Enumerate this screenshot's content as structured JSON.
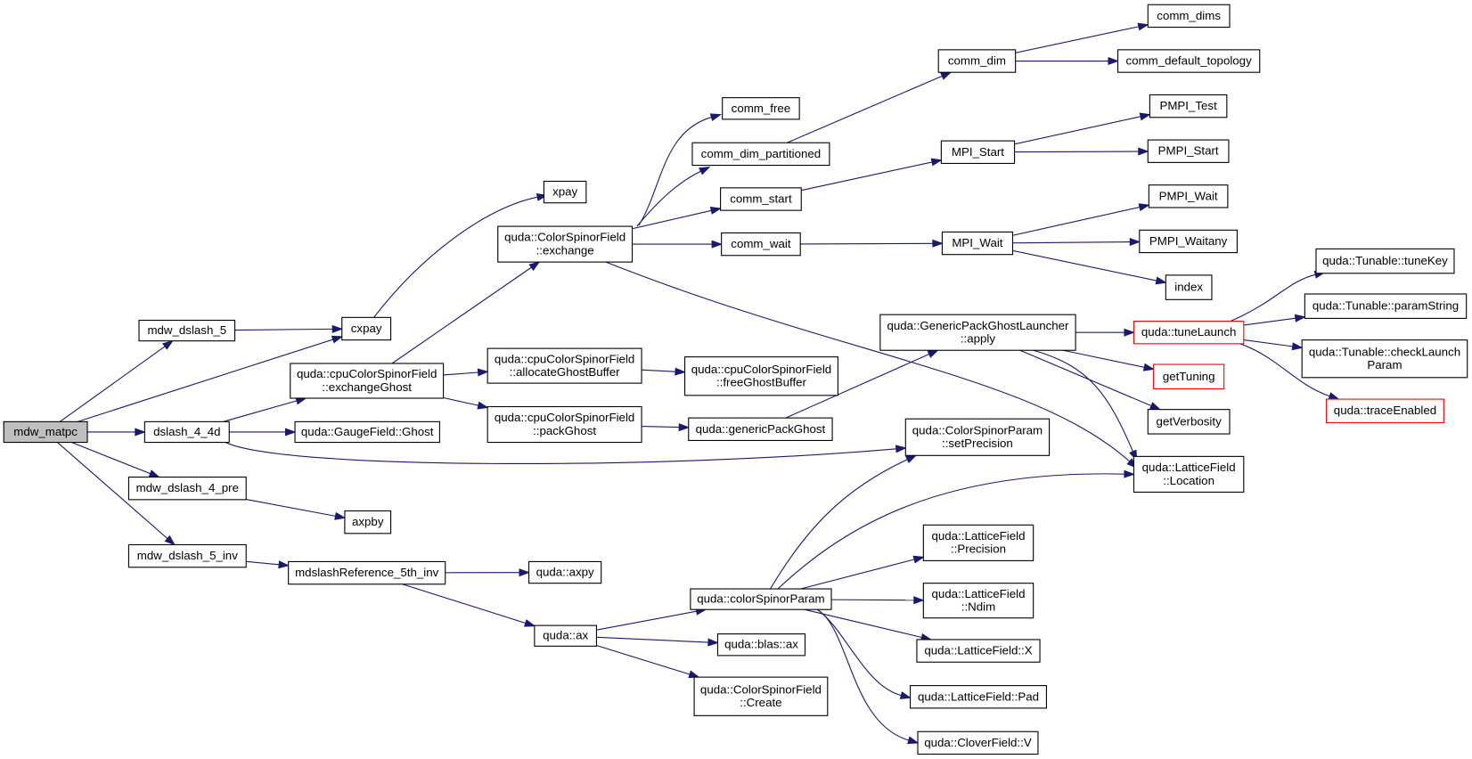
{
  "nodes": [
    {
      "id": "mdw_matpc",
      "lines": [
        "mdw_matpc"
      ],
      "root": true
    },
    {
      "id": "mdw_dslash_5",
      "lines": [
        "mdw_dslash_5"
      ]
    },
    {
      "id": "dslash_4_4d",
      "lines": [
        "dslash_4_4d"
      ]
    },
    {
      "id": "mdw_dslash_4_pre",
      "lines": [
        "mdw_dslash_4_pre"
      ]
    },
    {
      "id": "mdw_dslash_5_inv",
      "lines": [
        "mdw_dslash_5_inv"
      ]
    },
    {
      "id": "cxpay",
      "lines": [
        "cxpay"
      ]
    },
    {
      "id": "xpay",
      "lines": [
        "xpay"
      ]
    },
    {
      "id": "exchange",
      "lines": [
        "quda::ColorSpinorField",
        "::exchange"
      ]
    },
    {
      "id": "exchangeGhost",
      "lines": [
        "quda::cpuColorSpinorField",
        "::exchangeGhost"
      ]
    },
    {
      "id": "gaugeGhost",
      "lines": [
        "quda::GaugeField::Ghost"
      ]
    },
    {
      "id": "axpby",
      "lines": [
        "axpby"
      ]
    },
    {
      "id": "mdslashRef",
      "lines": [
        "mdslashReference_5th_inv"
      ]
    },
    {
      "id": "allocGhost",
      "lines": [
        "quda::cpuColorSpinorField",
        "::allocateGhostBuffer"
      ]
    },
    {
      "id": "packGhost",
      "lines": [
        "quda::cpuColorSpinorField",
        "::packGhost"
      ]
    },
    {
      "id": "freeGhost",
      "lines": [
        "quda::cpuColorSpinorField",
        "::freeGhostBuffer"
      ]
    },
    {
      "id": "genericPackGhost",
      "lines": [
        "quda::genericPackGhost"
      ]
    },
    {
      "id": "qaxpy",
      "lines": [
        "quda::axpy"
      ]
    },
    {
      "id": "qax",
      "lines": [
        "quda::ax"
      ]
    },
    {
      "id": "blasax",
      "lines": [
        "quda::blas::ax"
      ]
    },
    {
      "id": "create",
      "lines": [
        "quda::ColorSpinorField",
        "::Create"
      ]
    },
    {
      "id": "colorSpinorParam",
      "lines": [
        "quda::colorSpinorParam"
      ]
    },
    {
      "id": "comm_free",
      "lines": [
        "comm_free"
      ]
    },
    {
      "id": "comm_dim_partitioned",
      "lines": [
        "comm_dim_partitioned"
      ]
    },
    {
      "id": "comm_start",
      "lines": [
        "comm_start"
      ]
    },
    {
      "id": "comm_wait",
      "lines": [
        "comm_wait"
      ]
    },
    {
      "id": "comm_dim",
      "lines": [
        "comm_dim"
      ]
    },
    {
      "id": "MPI_Start",
      "lines": [
        "MPI_Start"
      ]
    },
    {
      "id": "MPI_Wait",
      "lines": [
        "MPI_Wait"
      ]
    },
    {
      "id": "launcherApply",
      "lines": [
        "quda::GenericPackGhostLauncher",
        "::apply"
      ]
    },
    {
      "id": "setPrecision",
      "lines": [
        "quda::ColorSpinorParam",
        "::setPrecision"
      ]
    },
    {
      "id": "lfPrecision",
      "lines": [
        "quda::LatticeField",
        "::Precision"
      ]
    },
    {
      "id": "lfNdim",
      "lines": [
        "quda::LatticeField",
        "::Ndim"
      ]
    },
    {
      "id": "lfX",
      "lines": [
        "quda::LatticeField::X"
      ]
    },
    {
      "id": "lfPad",
      "lines": [
        "quda::LatticeField::Pad"
      ]
    },
    {
      "id": "cloverV",
      "lines": [
        "quda::CloverField::V"
      ]
    },
    {
      "id": "comm_dims",
      "lines": [
        "comm_dims"
      ]
    },
    {
      "id": "comm_default_topology",
      "lines": [
        "comm_default_topology"
      ]
    },
    {
      "id": "PMPI_Test",
      "lines": [
        "PMPI_Test"
      ]
    },
    {
      "id": "PMPI_Start",
      "lines": [
        "PMPI_Start"
      ]
    },
    {
      "id": "PMPI_Wait",
      "lines": [
        "PMPI_Wait"
      ]
    },
    {
      "id": "PMPI_Waitany",
      "lines": [
        "PMPI_Waitany"
      ]
    },
    {
      "id": "index",
      "lines": [
        "index"
      ]
    },
    {
      "id": "tuneLaunch",
      "lines": [
        "quda::tuneLaunch"
      ],
      "truncated": true
    },
    {
      "id": "getTuning",
      "lines": [
        "getTuning"
      ],
      "truncated": true
    },
    {
      "id": "getVerbosity",
      "lines": [
        "getVerbosity"
      ]
    },
    {
      "id": "lfLocation",
      "lines": [
        "quda::LatticeField",
        "::Location"
      ]
    },
    {
      "id": "tuneKey",
      "lines": [
        "quda::Tunable::tuneKey"
      ]
    },
    {
      "id": "paramString",
      "lines": [
        "quda::Tunable::paramString"
      ]
    },
    {
      "id": "checkLaunchParam",
      "lines": [
        "quda::Tunable::checkLaunch",
        "Param"
      ]
    },
    {
      "id": "traceEnabled",
      "lines": [
        "quda::traceEnabled"
      ],
      "truncated": true
    }
  ],
  "edges": [
    [
      "mdw_matpc",
      "mdw_dslash_5"
    ],
    [
      "mdw_matpc",
      "cxpay"
    ],
    [
      "mdw_matpc",
      "dslash_4_4d"
    ],
    [
      "mdw_matpc",
      "mdw_dslash_4_pre"
    ],
    [
      "mdw_matpc",
      "mdw_dslash_5_inv"
    ],
    [
      "mdw_dslash_5",
      "cxpay"
    ],
    [
      "cxpay",
      "xpay"
    ],
    [
      "dslash_4_4d",
      "exchangeGhost"
    ],
    [
      "dslash_4_4d",
      "gaugeGhost"
    ],
    [
      "dslash_4_4d",
      "setPrecision"
    ],
    [
      "mdw_dslash_4_pre",
      "axpby"
    ],
    [
      "mdw_dslash_5_inv",
      "mdslashRef"
    ],
    [
      "exchangeGhost",
      "exchange"
    ],
    [
      "exchangeGhost",
      "allocGhost"
    ],
    [
      "exchangeGhost",
      "packGhost"
    ],
    [
      "allocGhost",
      "freeGhost"
    ],
    [
      "packGhost",
      "genericPackGhost"
    ],
    [
      "genericPackGhost",
      "launcherApply"
    ],
    [
      "mdslashRef",
      "qaxpy"
    ],
    [
      "mdslashRef",
      "qax"
    ],
    [
      "qax",
      "colorSpinorParam"
    ],
    [
      "qax",
      "blasax"
    ],
    [
      "qax",
      "create"
    ],
    [
      "exchange",
      "comm_free"
    ],
    [
      "exchange",
      "comm_dim_partitioned"
    ],
    [
      "exchange",
      "comm_start"
    ],
    [
      "exchange",
      "comm_wait"
    ],
    [
      "exchange",
      "lfLocation"
    ],
    [
      "comm_dim_partitioned",
      "comm_dim"
    ],
    [
      "comm_dim",
      "comm_dims"
    ],
    [
      "comm_dim",
      "comm_default_topology"
    ],
    [
      "comm_start",
      "MPI_Start"
    ],
    [
      "MPI_Start",
      "PMPI_Test"
    ],
    [
      "MPI_Start",
      "PMPI_Start"
    ],
    [
      "comm_wait",
      "MPI_Wait"
    ],
    [
      "MPI_Wait",
      "PMPI_Wait"
    ],
    [
      "MPI_Wait",
      "PMPI_Waitany"
    ],
    [
      "MPI_Wait",
      "index"
    ],
    [
      "launcherApply",
      "tuneLaunch"
    ],
    [
      "launcherApply",
      "getTuning"
    ],
    [
      "launcherApply",
      "getVerbosity"
    ],
    [
      "launcherApply",
      "lfLocation"
    ],
    [
      "tuneLaunch",
      "tuneKey"
    ],
    [
      "tuneLaunch",
      "paramString"
    ],
    [
      "tuneLaunch",
      "checkLaunchParam"
    ],
    [
      "tuneLaunch",
      "traceEnabled"
    ],
    [
      "colorSpinorParam",
      "setPrecision"
    ],
    [
      "colorSpinorParam",
      "lfLocation"
    ],
    [
      "colorSpinorParam",
      "lfPrecision"
    ],
    [
      "colorSpinorParam",
      "lfNdim"
    ],
    [
      "colorSpinorParam",
      "lfX"
    ],
    [
      "colorSpinorParam",
      "lfPad"
    ],
    [
      "colorSpinorParam",
      "cloverV"
    ]
  ]
}
